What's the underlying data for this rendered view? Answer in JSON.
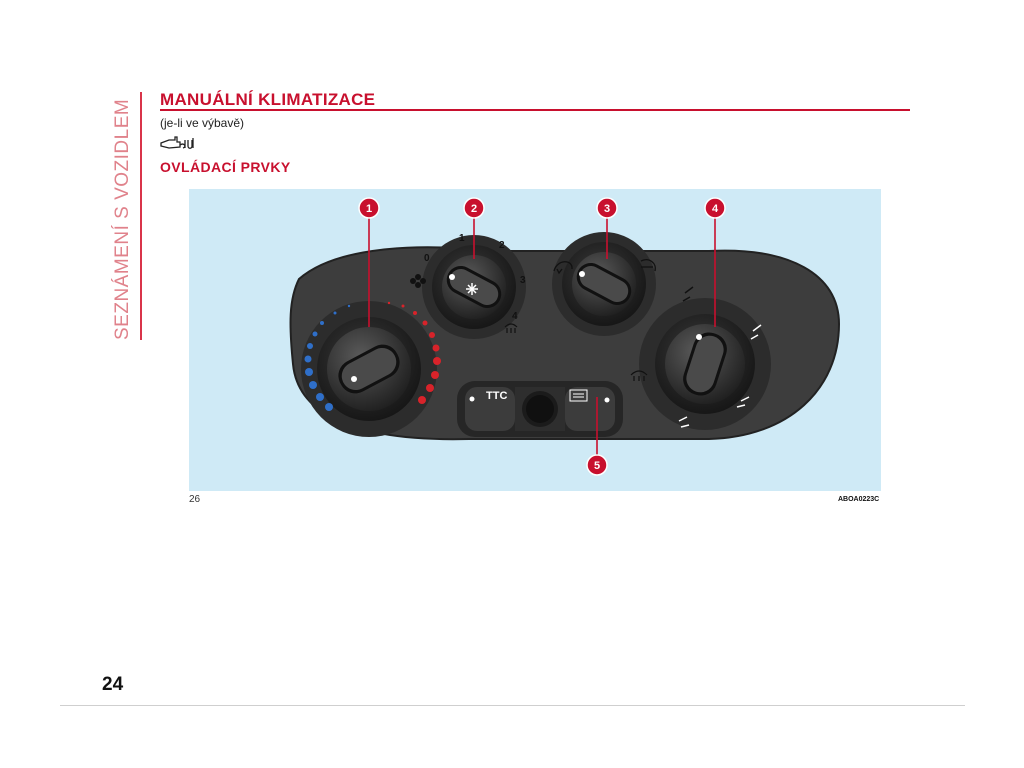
{
  "side_header": "SEZNÁMENÍ S VOZIDLEM",
  "section": {
    "title": "MANUÁLNÍ KLIMATIZACE",
    "subtitle": "(je-li ve výbavě)",
    "heading": "OVLÁDACÍ PRVKY"
  },
  "figure": {
    "number": "26",
    "code": "ABOA0223C",
    "callouts": [
      "1",
      "2",
      "3",
      "4",
      "5"
    ],
    "fan_speeds": [
      "0",
      "1",
      "2",
      "3",
      "4"
    ],
    "ttc_label": "TTC"
  },
  "page_number": "24",
  "colors": {
    "brand_red": "#c8102e",
    "side_text": "#e0828b",
    "figure_bg": "#cfeaf6",
    "panel": "#3b3b3b",
    "cold_blue": "#2f6fc9",
    "hot_red": "#d8232a"
  },
  "icons": [
    "hand-pointer-icon",
    "fan-icon",
    "snowflake-icon",
    "defrost-icon",
    "recirculation-icon",
    "fresh-air-icon",
    "airflow-face-icon",
    "airflow-feet-icon",
    "rear-defrost-icon"
  ]
}
